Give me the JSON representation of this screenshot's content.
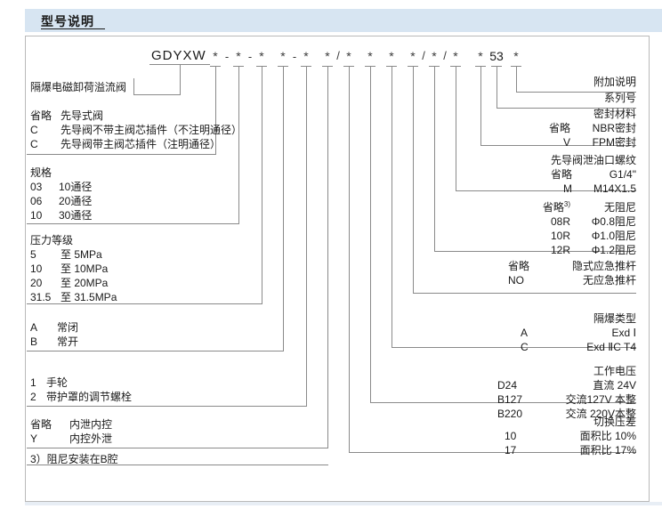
{
  "header": {
    "title": "型号说明"
  },
  "code": {
    "prefix": "GDYXW",
    "series_number": "53",
    "tokens": [
      "*",
      "-",
      "*",
      "-",
      "*",
      "*",
      "-",
      "*",
      "*",
      "/",
      "*",
      "*",
      "*",
      "*",
      "/",
      "*",
      "/",
      "*",
      "*",
      "53",
      "*"
    ]
  },
  "left_groups": [
    {
      "name": "product-name",
      "lines": [
        {
          "code": "",
          "desc": "隔爆电磁卸荷溢流阀"
        }
      ]
    },
    {
      "name": "pilot-type",
      "lines": [
        {
          "code": "省略",
          "desc": "先导式阀"
        },
        {
          "code": "C",
          "desc": "先导阀不带主阀芯插件（不注明通径）"
        },
        {
          "code": "C",
          "desc": "先导阀带主阀芯插件（注明通径）"
        }
      ]
    },
    {
      "name": "specification",
      "title": "规格",
      "lines": [
        {
          "code": "03",
          "desc": "10通径"
        },
        {
          "code": "06",
          "desc": "20通径"
        },
        {
          "code": "10",
          "desc": "30通径"
        }
      ]
    },
    {
      "name": "pressure-rating",
      "title": "压力等级",
      "lines": [
        {
          "code": "5",
          "desc": "至  5MPa"
        },
        {
          "code": "10",
          "desc": "至 10MPa"
        },
        {
          "code": "20",
          "desc": "至 20MPa"
        },
        {
          "code": "31.5",
          "desc": "至 31.5MPa"
        }
      ]
    },
    {
      "name": "valve-function",
      "lines": [
        {
          "code": "A",
          "desc": "常闭"
        },
        {
          "code": "B",
          "desc": "常开"
        }
      ]
    },
    {
      "name": "adjustment-type",
      "lines": [
        {
          "code": "1",
          "desc": "手轮"
        },
        {
          "code": "2",
          "desc": "带护罩的调节螺栓"
        }
      ]
    },
    {
      "name": "drain-control",
      "lines": [
        {
          "code": "省略",
          "desc": "内泄内控"
        },
        {
          "code": "Y",
          "desc": "内控外泄"
        }
      ]
    }
  ],
  "footnote": "3）阻尼安装在B腔",
  "right_groups": [
    {
      "name": "additional-note",
      "lines": [
        {
          "code": "",
          "desc": "附加说明"
        }
      ]
    },
    {
      "name": "series-number",
      "lines": [
        {
          "code": "",
          "desc": "系列号"
        }
      ]
    },
    {
      "name": "seal-material",
      "title": "密封材料",
      "lines": [
        {
          "code": "省略",
          "desc": "NBR密封"
        },
        {
          "code": "V",
          "desc": "FPM密封"
        }
      ]
    },
    {
      "name": "pilot-drain-thread",
      "title": "先导阀泄油口螺纹",
      "lines": [
        {
          "code": "省略",
          "desc": "G1/4\""
        },
        {
          "code": "M",
          "desc": "M14X1.5"
        }
      ]
    },
    {
      "name": "damping-orifice",
      "lines": [
        {
          "code": "省略",
          "code_sup": "3)",
          "desc": "无阻尼"
        },
        {
          "code": "08R",
          "desc": "Φ0.8阻尼"
        },
        {
          "code": "10R",
          "desc": "Φ1.0阻尼"
        },
        {
          "code": "12R",
          "desc": "Φ1.2阻尼"
        }
      ]
    },
    {
      "name": "emergency-push-rod",
      "lines": [
        {
          "code": "省略",
          "desc": "隐式应急推杆"
        },
        {
          "code": "NO",
          "desc": "无应急推杆"
        }
      ]
    },
    {
      "name": "explosion-proof-type",
      "title": "隔爆类型",
      "lines": [
        {
          "code": "A",
          "desc": "Exd Ⅰ"
        },
        {
          "code": "C",
          "desc": "Exd ⅡC T4"
        }
      ]
    },
    {
      "name": "working-voltage",
      "title": "工作电压",
      "lines": [
        {
          "code": "D24",
          "desc": "直流 24V"
        },
        {
          "code": "B127",
          "desc": "交流127V 本整"
        },
        {
          "code": "B220",
          "desc": "交流 220V本整"
        }
      ]
    },
    {
      "name": "switching-pressure-difference",
      "title": "切换压差",
      "lines": [
        {
          "code": "10",
          "desc": "面积比  10%"
        },
        {
          "code": "17",
          "desc": "面积比  17%"
        }
      ]
    }
  ],
  "colors": {
    "header_bg": "#d7e5f2",
    "frame_border": "#b9b9b9",
    "line": "#8a8a8a",
    "text": "#1a1a1a"
  }
}
